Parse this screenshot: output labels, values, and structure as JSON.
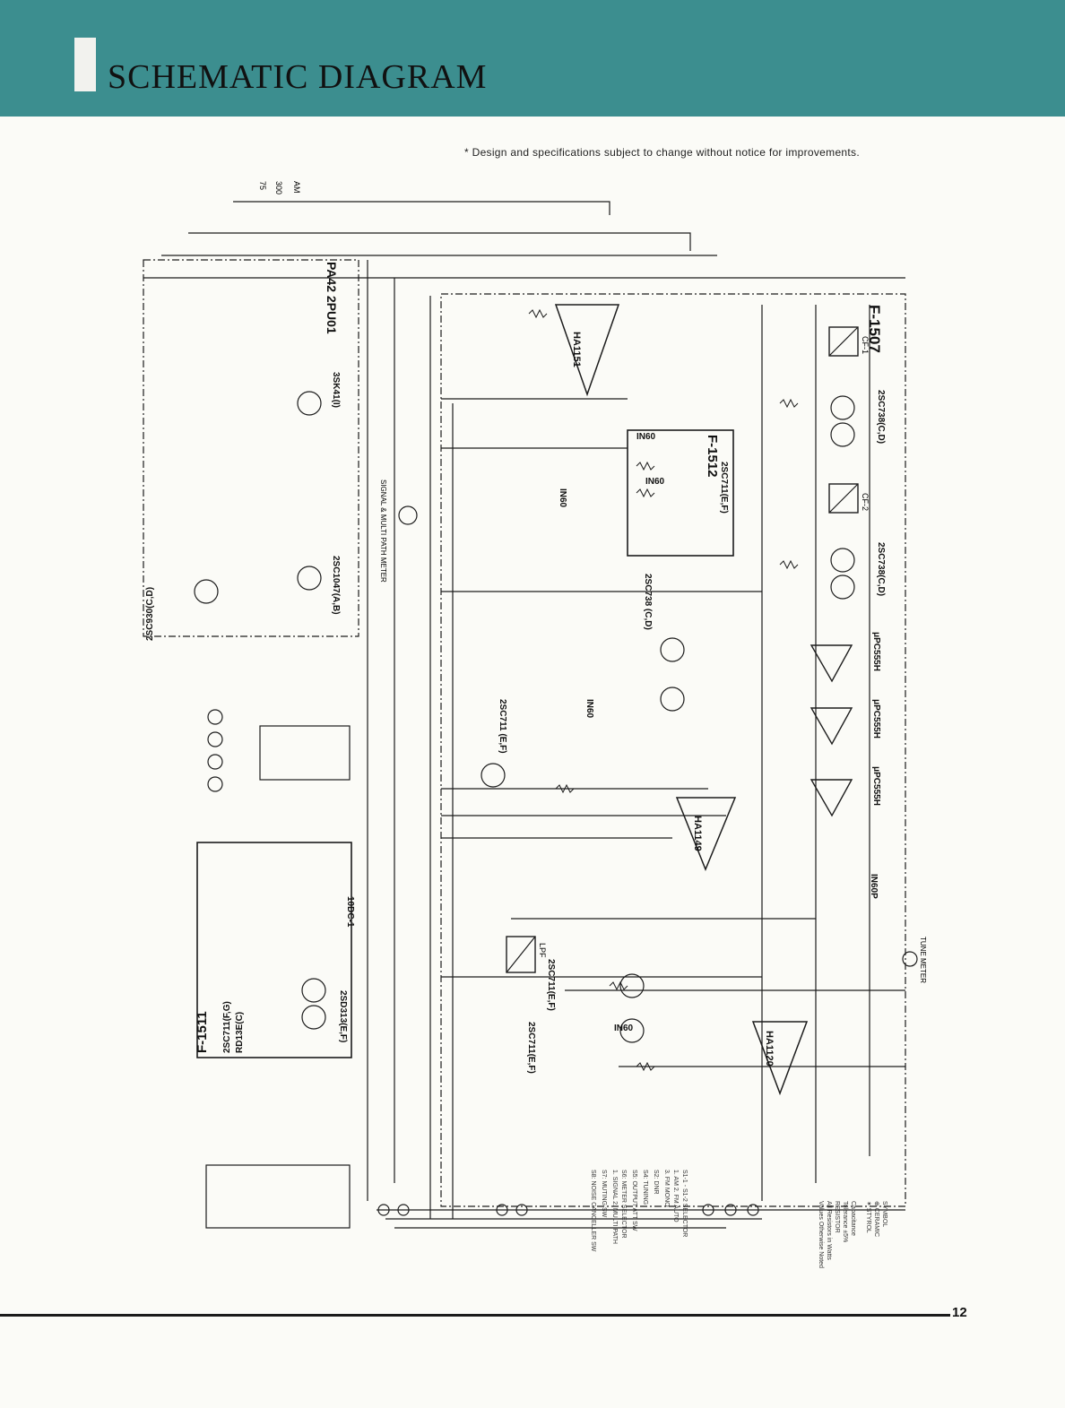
{
  "header": {
    "title": "SCHEMATIC DIAGRAM"
  },
  "note": "* Design and specifications subject to change without notice for improvements.",
  "page_number": "12",
  "modules": {
    "f1507": "F-1507",
    "f1512": "F-1512",
    "f1511": "F-1511",
    "pa42": "PA42 2PU01"
  },
  "ics": {
    "ha1151": "HA1151",
    "ha1149": "HA1149",
    "ha1120": "HA1120",
    "upc555h_1": "μPC555H",
    "upc555h_2": "μPC555H",
    "upc555h_3": "μPC555H"
  },
  "transistors": {
    "q_3sk41": "3SK41(I)",
    "q_2sc1047": "2SC1047(A,B)",
    "q_2sc930": "2SC930(C,D)",
    "q_2sc738_a": "2SC738(C,D)",
    "q_2sc738_b": "2SC738(C,D)",
    "q_2sc738_c": "2SC738 (C,D)",
    "q_2sc711_a": "2SC711(E,F)",
    "q_2sc711_b": "2SC711 (E,F)",
    "q_2sc711_c": "2SC711(E,F)",
    "q_2sc711_d": "2SC711(E,F)",
    "q_2sd313": "2SD313(E,F)",
    "q_rd13ec": "RD13E(C)",
    "q_2sc711fg": "2SC711(F,G)"
  },
  "diodes": {
    "d_in60_a": "IN60",
    "d_in60_b": "IN60",
    "d_in60_c": "IN60",
    "d_in60_d": "IN60",
    "d_in60_e": "IN60",
    "d_in60p": "IN60P",
    "d_10dc1": "10DC-1"
  },
  "filters": {
    "cf1": "CF-1",
    "cf2": "CF-2",
    "lpf": "LPF"
  },
  "jacks": {
    "tune_meter": "TUNE METER",
    "signal_multipath_meter": "SIGNAL & MULTI PATH METER",
    "ant": "AM",
    "jack_300": "300",
    "jack_75": "75"
  },
  "legend": {
    "title": "SYMBOL",
    "items": [
      "⊕ CERAMIC",
      "✶ STYROL"
    ],
    "notes": [
      "Capacitance",
      "Tolerance ±5%",
      "RESISTOR",
      "All Resistors in Watts",
      "Values Otherwise Noted"
    ]
  },
  "switch_legend": [
    "S1-1 - S1-2 SELECTOR",
    "1. AM   2. FM AUTO",
    "3. FM MONO",
    "S2: DNR",
    "S4: TUNING",
    "S5: OUTPUT ATT SW",
    "S6: METER SELECTOR",
    "1. SIGNAL  2. MULTI PATH",
    "S7: MUTING SW",
    "S8: NOISE CANCELLER SW"
  ]
}
